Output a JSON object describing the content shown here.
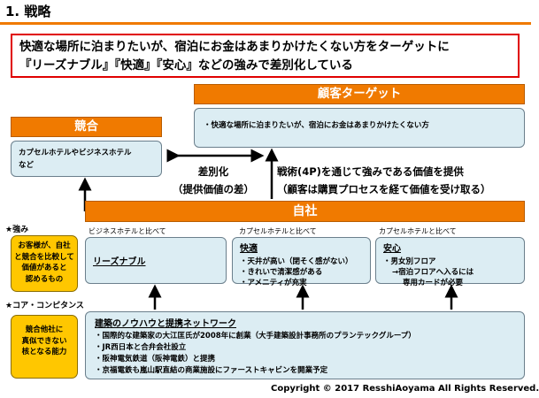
{
  "header": {
    "title": "1. 戦略"
  },
  "strategy": {
    "line1": "快適な場所に泊まりたいが、宿泊にお金はあまりかけたくない方をターゲットに",
    "line2": "『リーズナブル』『快適』『安心』などの強みで差別化している"
  },
  "target": {
    "header": "顧客ターゲット",
    "text": "・快適な場所に泊まりたいが、宿泊にお金はあまりかけたくない方"
  },
  "competitor": {
    "header": "競合",
    "line1": "カプセルホテルやビジネスホテル",
    "line2": "など"
  },
  "differentiation": {
    "line1": "差別化",
    "line2": "（提供価値の差）"
  },
  "tactics": {
    "line1": "戦術(4P)を通じて強みである価値を提供",
    "line2": "（顧客は購買プロセスを経て価値を受け取る）"
  },
  "self": {
    "header": "自社"
  },
  "strengths": {
    "label": "★強み",
    "desc": [
      "お客様が、自社",
      "と競合を比較して",
      "価値があると",
      "認めるもの"
    ]
  },
  "comparisons": [
    {
      "label": "ビジネスホテルと比べて",
      "title": "リーズナブル",
      "items": []
    },
    {
      "label": "カプセルホテルと比べて",
      "title": "快適",
      "items": [
        "・天井が高い（閉そく感がない）",
        "・きれいで清潔感がある",
        "・アメニティが充実"
      ]
    },
    {
      "label": "カプセルホテルと比べて",
      "title": "安心",
      "items": [
        "・男女別フロア",
        "→宿泊フロアへ入るには",
        "専用カードが必要"
      ]
    }
  ],
  "core": {
    "label": "★コア・コンピタンス",
    "desc": [
      "競合他社に",
      "真似できない",
      "核となる能力"
    ],
    "title": "建築のノウハウと提携ネットワーク",
    "items": [
      "・国際的な建築家の大江匡氏が2008年に創業（大手建築設計事務所のプランテックグループ）",
      "・JR西日本と合弁会社設立",
      "・阪神電気鉄道（阪神電鉄）と提携",
      "・京福電鉄も嵐山駅直結の商業施設にファーストキャビンを開業予定"
    ]
  },
  "footer": {
    "copyright": "Copyright © 2017 ResshiAoyama All Rights Reserved."
  },
  "colors": {
    "accent": "#f07a00",
    "highlight": "#ffc700",
    "box": "#dcedf3",
    "border_red": "#e00000"
  }
}
